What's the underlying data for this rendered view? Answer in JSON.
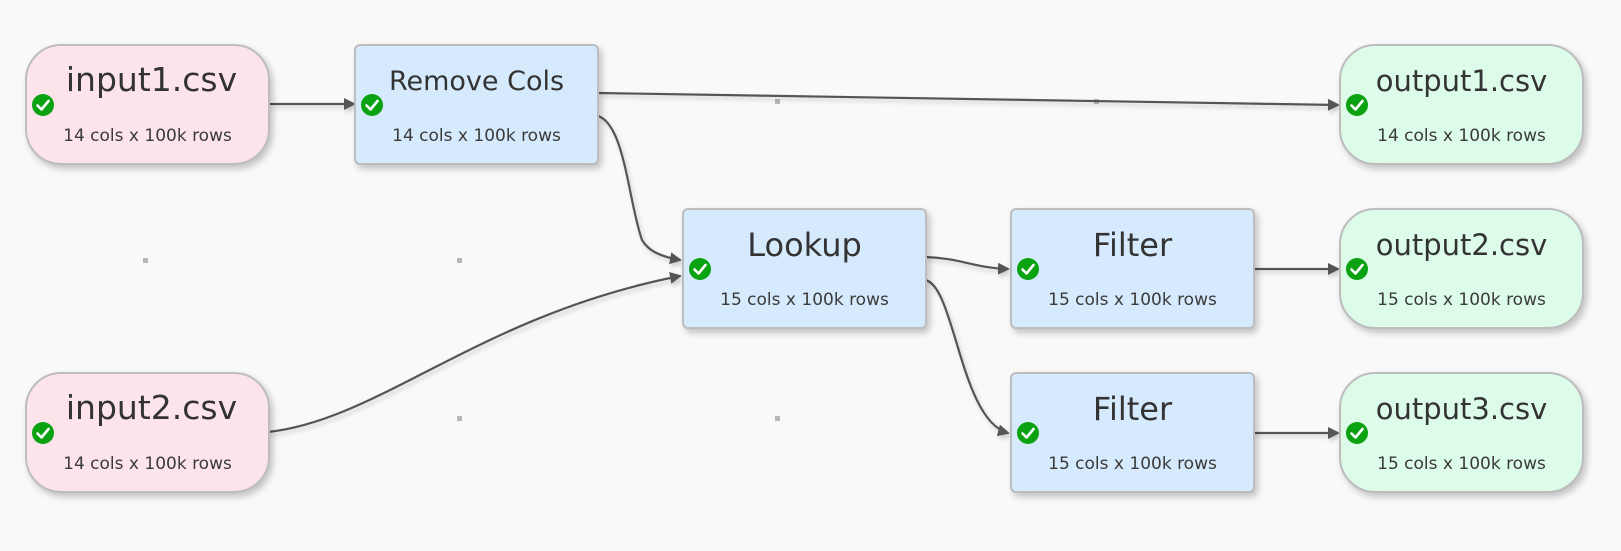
{
  "nodes": {
    "input1": {
      "title": "input1.csv",
      "subtitle": "14 cols x 100k rows",
      "status": "ok"
    },
    "input2": {
      "title": "input2.csv",
      "subtitle": "14 cols x 100k rows",
      "status": "ok"
    },
    "remove_cols": {
      "title": "Remove Cols",
      "subtitle": "14 cols x 100k rows",
      "status": "ok"
    },
    "lookup": {
      "title": "Lookup",
      "subtitle": "15 cols x 100k rows",
      "status": "ok"
    },
    "filter1": {
      "title": "Filter",
      "subtitle": "15 cols x 100k rows",
      "status": "ok"
    },
    "filter2": {
      "title": "Filter",
      "subtitle": "15 cols x 100k rows",
      "status": "ok"
    },
    "output1": {
      "title": "output1.csv",
      "subtitle": "14 cols x 100k rows",
      "status": "ok"
    },
    "output2": {
      "title": "output2.csv",
      "subtitle": "15 cols x 100k rows",
      "status": "ok"
    },
    "output3": {
      "title": "output3.csv",
      "subtitle": "15 cols x 100k rows",
      "status": "ok"
    }
  },
  "edges": [
    {
      "from": "input1",
      "to": "remove_cols"
    },
    {
      "from": "remove_cols",
      "to": "output1"
    },
    {
      "from": "remove_cols",
      "to": "lookup"
    },
    {
      "from": "input2",
      "to": "lookup"
    },
    {
      "from": "lookup",
      "to": "filter1"
    },
    {
      "from": "lookup",
      "to": "filter2"
    },
    {
      "from": "filter1",
      "to": "output2"
    },
    {
      "from": "filter2",
      "to": "output3"
    }
  ],
  "colors": {
    "input_fill": "#fde3ea",
    "output_fill": "#dcfbe9",
    "transform_fill": "#d6eafd",
    "check_green": "#0aa210",
    "edge": "#555555"
  },
  "icons": {
    "status_ok": "check-circle-icon"
  }
}
